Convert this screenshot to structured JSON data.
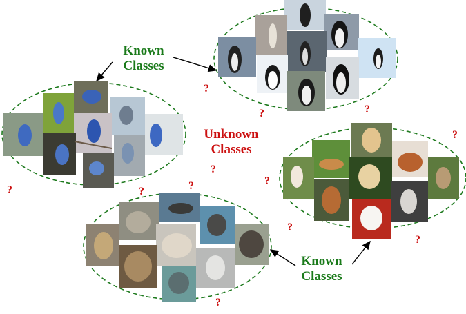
{
  "labels": {
    "known_top": [
      "Known",
      "Classes"
    ],
    "known_bottom": [
      "Known",
      "Classes"
    ],
    "unknown": [
      "Unknown",
      "Classes"
    ]
  },
  "question_mark": "?",
  "colors": {
    "known": "#1a7a1a",
    "unknown": "#cc1111",
    "ellipse": "#1e7a1e",
    "arrow": "#000000"
  },
  "clusters": [
    {
      "class": "birds",
      "icon": "blue-jay-photo-icon"
    },
    {
      "class": "penguins",
      "icon": "penguin-photo-icon"
    },
    {
      "class": "dogs",
      "icon": "dog-photo-icon"
    },
    {
      "class": "seals",
      "icon": "seal-photo-icon"
    }
  ]
}
